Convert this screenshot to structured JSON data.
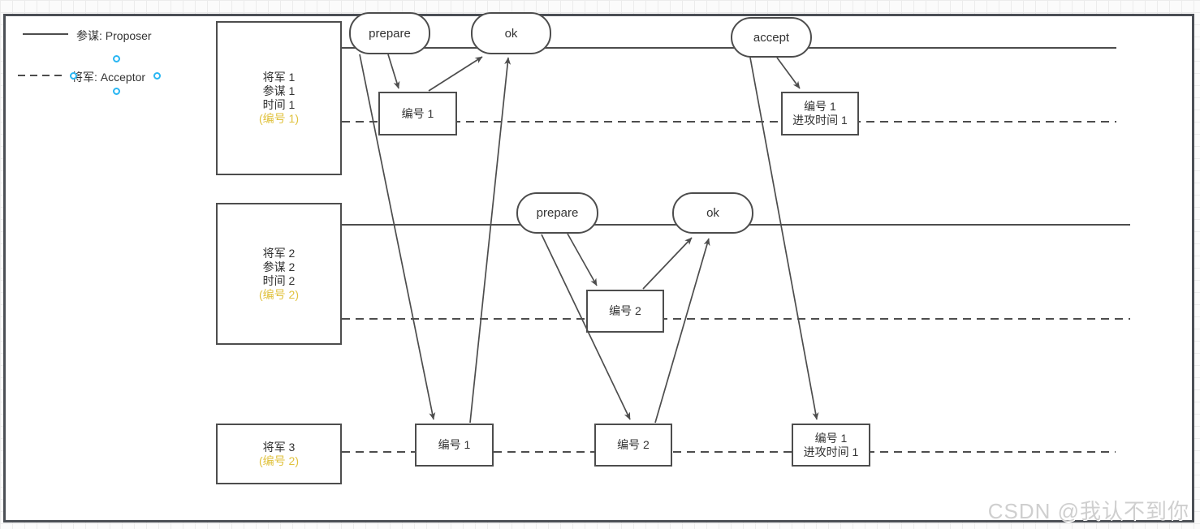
{
  "legend": {
    "proposer_label": "参谋: Proposer",
    "acceptor_label": "将军: Acceptor"
  },
  "generals": {
    "g1": {
      "line1": "将军 1",
      "line2": "参谋 1",
      "line3": "时间 1",
      "highlight": "(编号 1)"
    },
    "g2": {
      "line1": "将军 2",
      "line2": "参谋 2",
      "line3": "时间 2",
      "highlight": "(编号 2)"
    },
    "g3": {
      "line1": "将军 3",
      "highlight": "(编号 2)"
    }
  },
  "messages": {
    "prepare1": "prepare",
    "ok1": "ok",
    "accept": "accept",
    "prepare2": "prepare",
    "ok2": "ok"
  },
  "proposals": {
    "num1_row1": "编号 1",
    "num1_attack_row1": {
      "line1": "编号 1",
      "line2": "进攻时间 1"
    },
    "num2_row2": "编号 2",
    "num1_row3": "编号 1",
    "num2_row3": "编号 2",
    "num1_attack_row3": {
      "line1": "编号 1",
      "line2": "进攻时间 1"
    }
  },
  "watermark": "CSDN @我认不到你",
  "colors": {
    "stroke": "#4d4d4d",
    "highlight_text": "#e0c23e",
    "connection_point": "#29b6f2",
    "watermark": "#cfcfcf",
    "canvas_border": "#4b4f55"
  }
}
